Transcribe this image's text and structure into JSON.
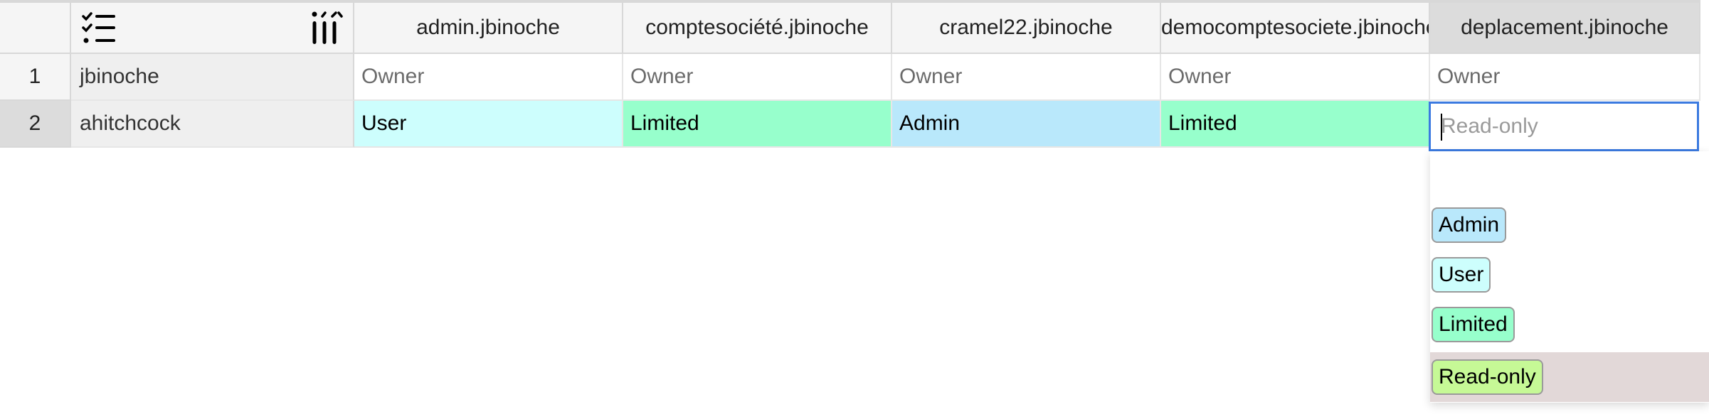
{
  "toolbar": {
    "list_icon": "checklist-icon",
    "columns_icon": "column-sort-icon"
  },
  "columns": [
    {
      "label": "admin.jbinoche"
    },
    {
      "label": "comptesociété.jbinoche"
    },
    {
      "label": "cramel22.jbinoche"
    },
    {
      "label": "democomptesociete.jbinoche"
    },
    {
      "label": "deplacement.jbinoche"
    }
  ],
  "rows": [
    {
      "num": "1",
      "name": "jbinoche",
      "values": [
        "Owner",
        "Owner",
        "Owner",
        "Owner",
        "Owner"
      ]
    },
    {
      "num": "2",
      "name": "ahitchcock",
      "values": [
        "User",
        "Limited",
        "Admin",
        "Limited",
        ""
      ]
    }
  ],
  "editor": {
    "placeholder": "Read-only",
    "value": ""
  },
  "options": [
    {
      "label": "Admin",
      "color": "#b9e8fb"
    },
    {
      "label": "User",
      "color": "#cdfefd"
    },
    {
      "label": "Limited",
      "color": "#97ffcc"
    },
    {
      "label": "Read-only",
      "color": "#c6f996"
    }
  ],
  "colors": {
    "Owner": "#ffffff",
    "User": "#cdfefd",
    "Limited": "#97ffcc",
    "Admin": "#b9e8fb",
    "accent": "#3b7ae0"
  }
}
